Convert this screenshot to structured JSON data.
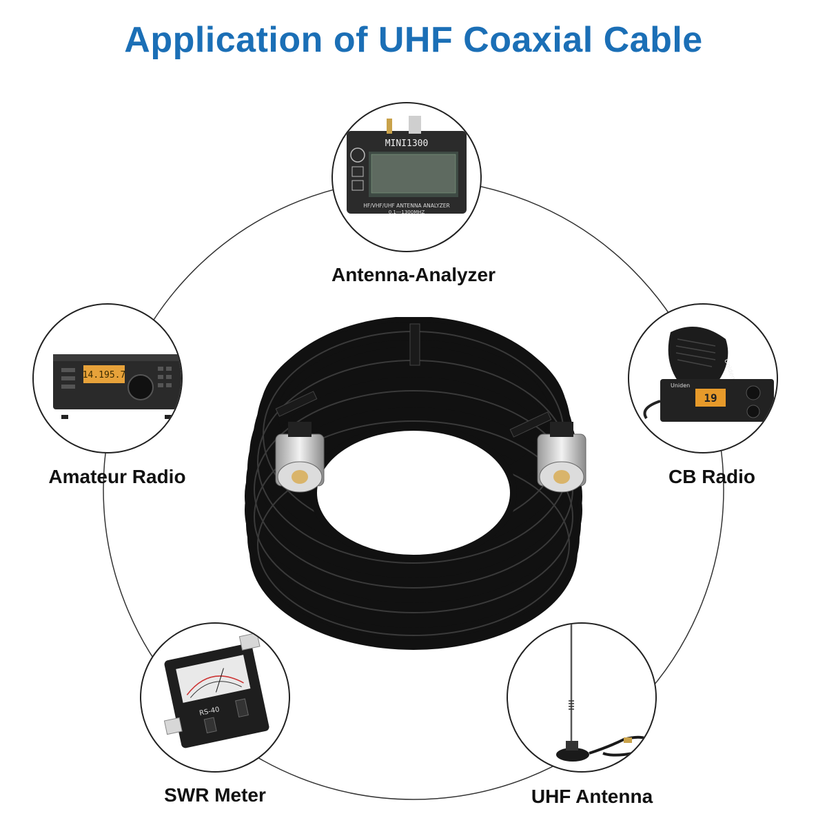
{
  "title": "Application of UHF Coaxial Cable",
  "applications": [
    {
      "label": "Antenna-Analyzer",
      "icon": "antenna-analyzer-icon"
    },
    {
      "label": "Amateur Radio",
      "icon": "amateur-radio-icon"
    },
    {
      "label": "CB Radio",
      "icon": "cb-radio-icon"
    },
    {
      "label": "SWR Meter",
      "icon": "swr-meter-icon"
    },
    {
      "label": "UHF Antenna",
      "icon": "uhf-antenna-icon"
    }
  ],
  "device_text": {
    "analyzer_brand": "MINI1300",
    "analyzer_caption": "HF/VHF/UHF ANTENNA ANALYZER",
    "analyzer_range": "0.1---1300MHZ",
    "radio_display": "14.195.7",
    "cb_brand": "Uniden",
    "cb_display": "19",
    "swr_model": "RS-40"
  },
  "colors": {
    "title": "#1b6fb6",
    "ring": "#333333",
    "cable": "#141414"
  }
}
